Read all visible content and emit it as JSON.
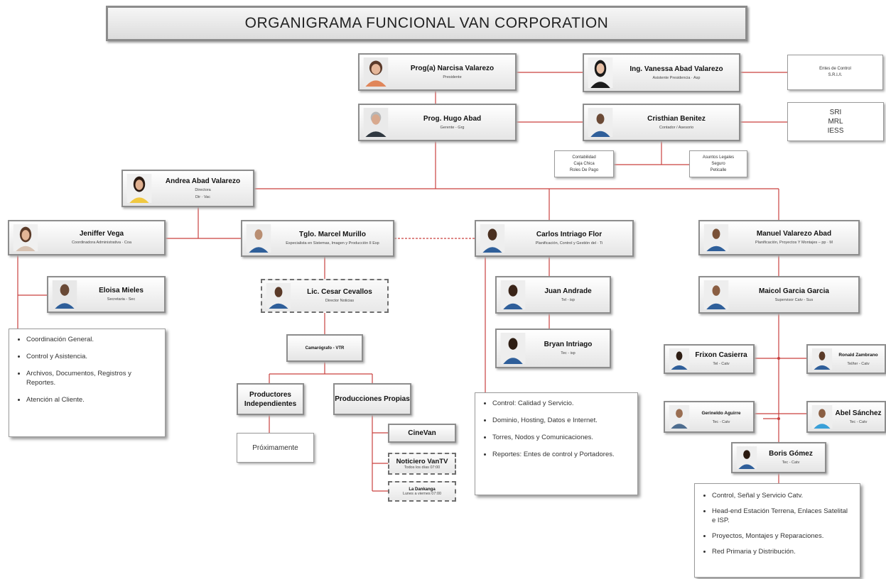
{
  "title": "ORGANIGRAMA FUNCIONAL VAN CORPORATION",
  "colors": {
    "connector": "#c9413f",
    "border": "#8d8d8d",
    "uniform": "#2f5f9a"
  },
  "people": {
    "narcisa": {
      "name": "Prog(a) Narcisa Valarezo",
      "role": "Presidente"
    },
    "vanessa": {
      "name": "Ing. Vanessa Abad Valarezo",
      "role": "Asistente Presidencia · Asp"
    },
    "hugo": {
      "name": "Prog. Hugo Abad",
      "role": "Gerente - Grg"
    },
    "cristhian": {
      "name": "Cristhian Benitez",
      "role": "Contador / Asesorio"
    },
    "andrea": {
      "name": "Andrea Abad Valarezo",
      "role_line1": "Directora",
      "role_line2": "Dir · Vac"
    },
    "jeniffer": {
      "name": "Jeniffer Vega",
      "role": "Coordinadora Administrativa · Coa"
    },
    "marcel": {
      "name": "Tglo. Marcel Murillo",
      "role": "Especialista en Sistemas, Imagen y Producción II Esp"
    },
    "carlos": {
      "name": "Carlos Intriago Flor",
      "role": "Planificación, Control y Gestión del · Ti"
    },
    "manuel": {
      "name": "Manuel Valarezo Abad",
      "role": "Planificación, Proyectos Y Montajes – pp · M"
    },
    "eloisa": {
      "name": "Eloisa Mieles",
      "role": "Secretaria - Sec"
    },
    "cesar": {
      "name": "Lic. Cesar Cevallos",
      "role": "Director Noticias"
    },
    "juan": {
      "name": "Juan Andrade",
      "role": "Tel - isp"
    },
    "bryan": {
      "name": "Bryan Intriago",
      "role": "Tec - isp"
    },
    "maicol": {
      "name": "Maicol Garcia Garcia",
      "role": "Supervisor Catv - Sus"
    },
    "frixon": {
      "name": "Frixon Casierra",
      "role": "Tel - Catv"
    },
    "ronald": {
      "name": "Ronald Zambrano",
      "role": "Tel/ter - Catv"
    },
    "gerineldo": {
      "name": "Gerineldo Aguirre",
      "role": "Tec - Catv"
    },
    "abel": {
      "name": "Abel Sánchez",
      "role": "Tec - Catv"
    },
    "boris": {
      "name": "Boris Gómez",
      "role": "Tec - Catv"
    }
  },
  "side_boxes": {
    "entes_control": [
      "Entes de Control",
      "S.R.I./I."
    ],
    "sri": [
      "SRI",
      "MRL",
      "IESS"
    ],
    "contabilidad": [
      "Contabilidad",
      "Caja Chica",
      "Roles De Pago"
    ],
    "asuntos": [
      "Asuntos Legales",
      "Seguro",
      "Peticalle"
    ]
  },
  "labels": {
    "camarografo": "Camarógrafo - VTR",
    "productores_independientes": "Productores Independientes",
    "producciones_propias": "Producciones Propias",
    "proximamente": "Próximamente",
    "cinevan": "CineVan",
    "noticiero": "Noticiero VanTV",
    "noticiero_sub": "Todos los días 07:00",
    "la_dankanga": "La Dankanga",
    "la_dankanga_sub": "Lunes a viernes 07:00"
  },
  "lists": {
    "admin": [
      "Coordinación General.",
      "Control y Asistencia.",
      "Archivos, Documentos, Registros y Reportes.",
      "Atención al Cliente."
    ],
    "isp": [
      "Control: Calidad y Servicio.",
      "Dominio, Hosting, Datos e Internet.",
      "Torres, Nodos y Comunicaciones.",
      "Reportes: Entes de control y Portadores."
    ],
    "catv": [
      "Control, Señal y Servicio Catv.",
      "Head-end Estación Terrena, Enlaces Satelital e ISP.",
      "Proyectos, Montajes y Reparaciones.",
      "Red Primaria y Distribución."
    ]
  }
}
